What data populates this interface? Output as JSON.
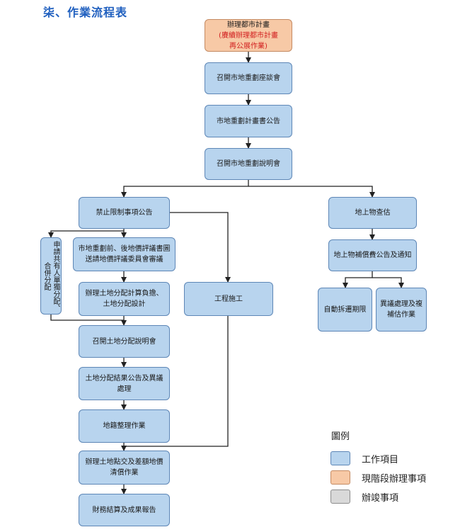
{
  "title": "柒、作業流程表",
  "nodes": {
    "n1_line1": "辦理都市計畫",
    "n1_line2": "(賡續辦理都市計畫",
    "n1_line3": "再公展作業)",
    "n2": "召開市地重劃座談會",
    "n3": "市地重劃計畫書公告",
    "n4": "召開市地重劃說明會",
    "n5": "禁止限制事項公告",
    "n6": "地上物查估",
    "n7": "市地重劃前、後地價評議書圖送請地價評議委員會審議",
    "n8": "申請共有人單獨分配、合併分配",
    "n9": "地上物補償費公告及通知",
    "n10": "自動拆遷期限",
    "n11": "異議處理及複補估作業",
    "n12": "辦理土地分配計算負擔、土地分配設計",
    "n13": "工程施工",
    "n14": "召開土地分配說明會",
    "n15": "土地分配結果公告及異議處理",
    "n16": "地籍整理作業",
    "n17": "辦理土地點交及差額地價清償作業",
    "n18": "財務結算及成果報告"
  },
  "legend": {
    "title": "圖例",
    "items": [
      {
        "label": "工作項目",
        "color": "#b8d4ee",
        "border": "#5d86b6"
      },
      {
        "label": "現階段辦理事項",
        "color": "#f7c9a6",
        "border": "#c48a62"
      },
      {
        "label": "辦竣事項",
        "color": "#d9d9d9",
        "border": "#8c8c8c"
      }
    ]
  }
}
